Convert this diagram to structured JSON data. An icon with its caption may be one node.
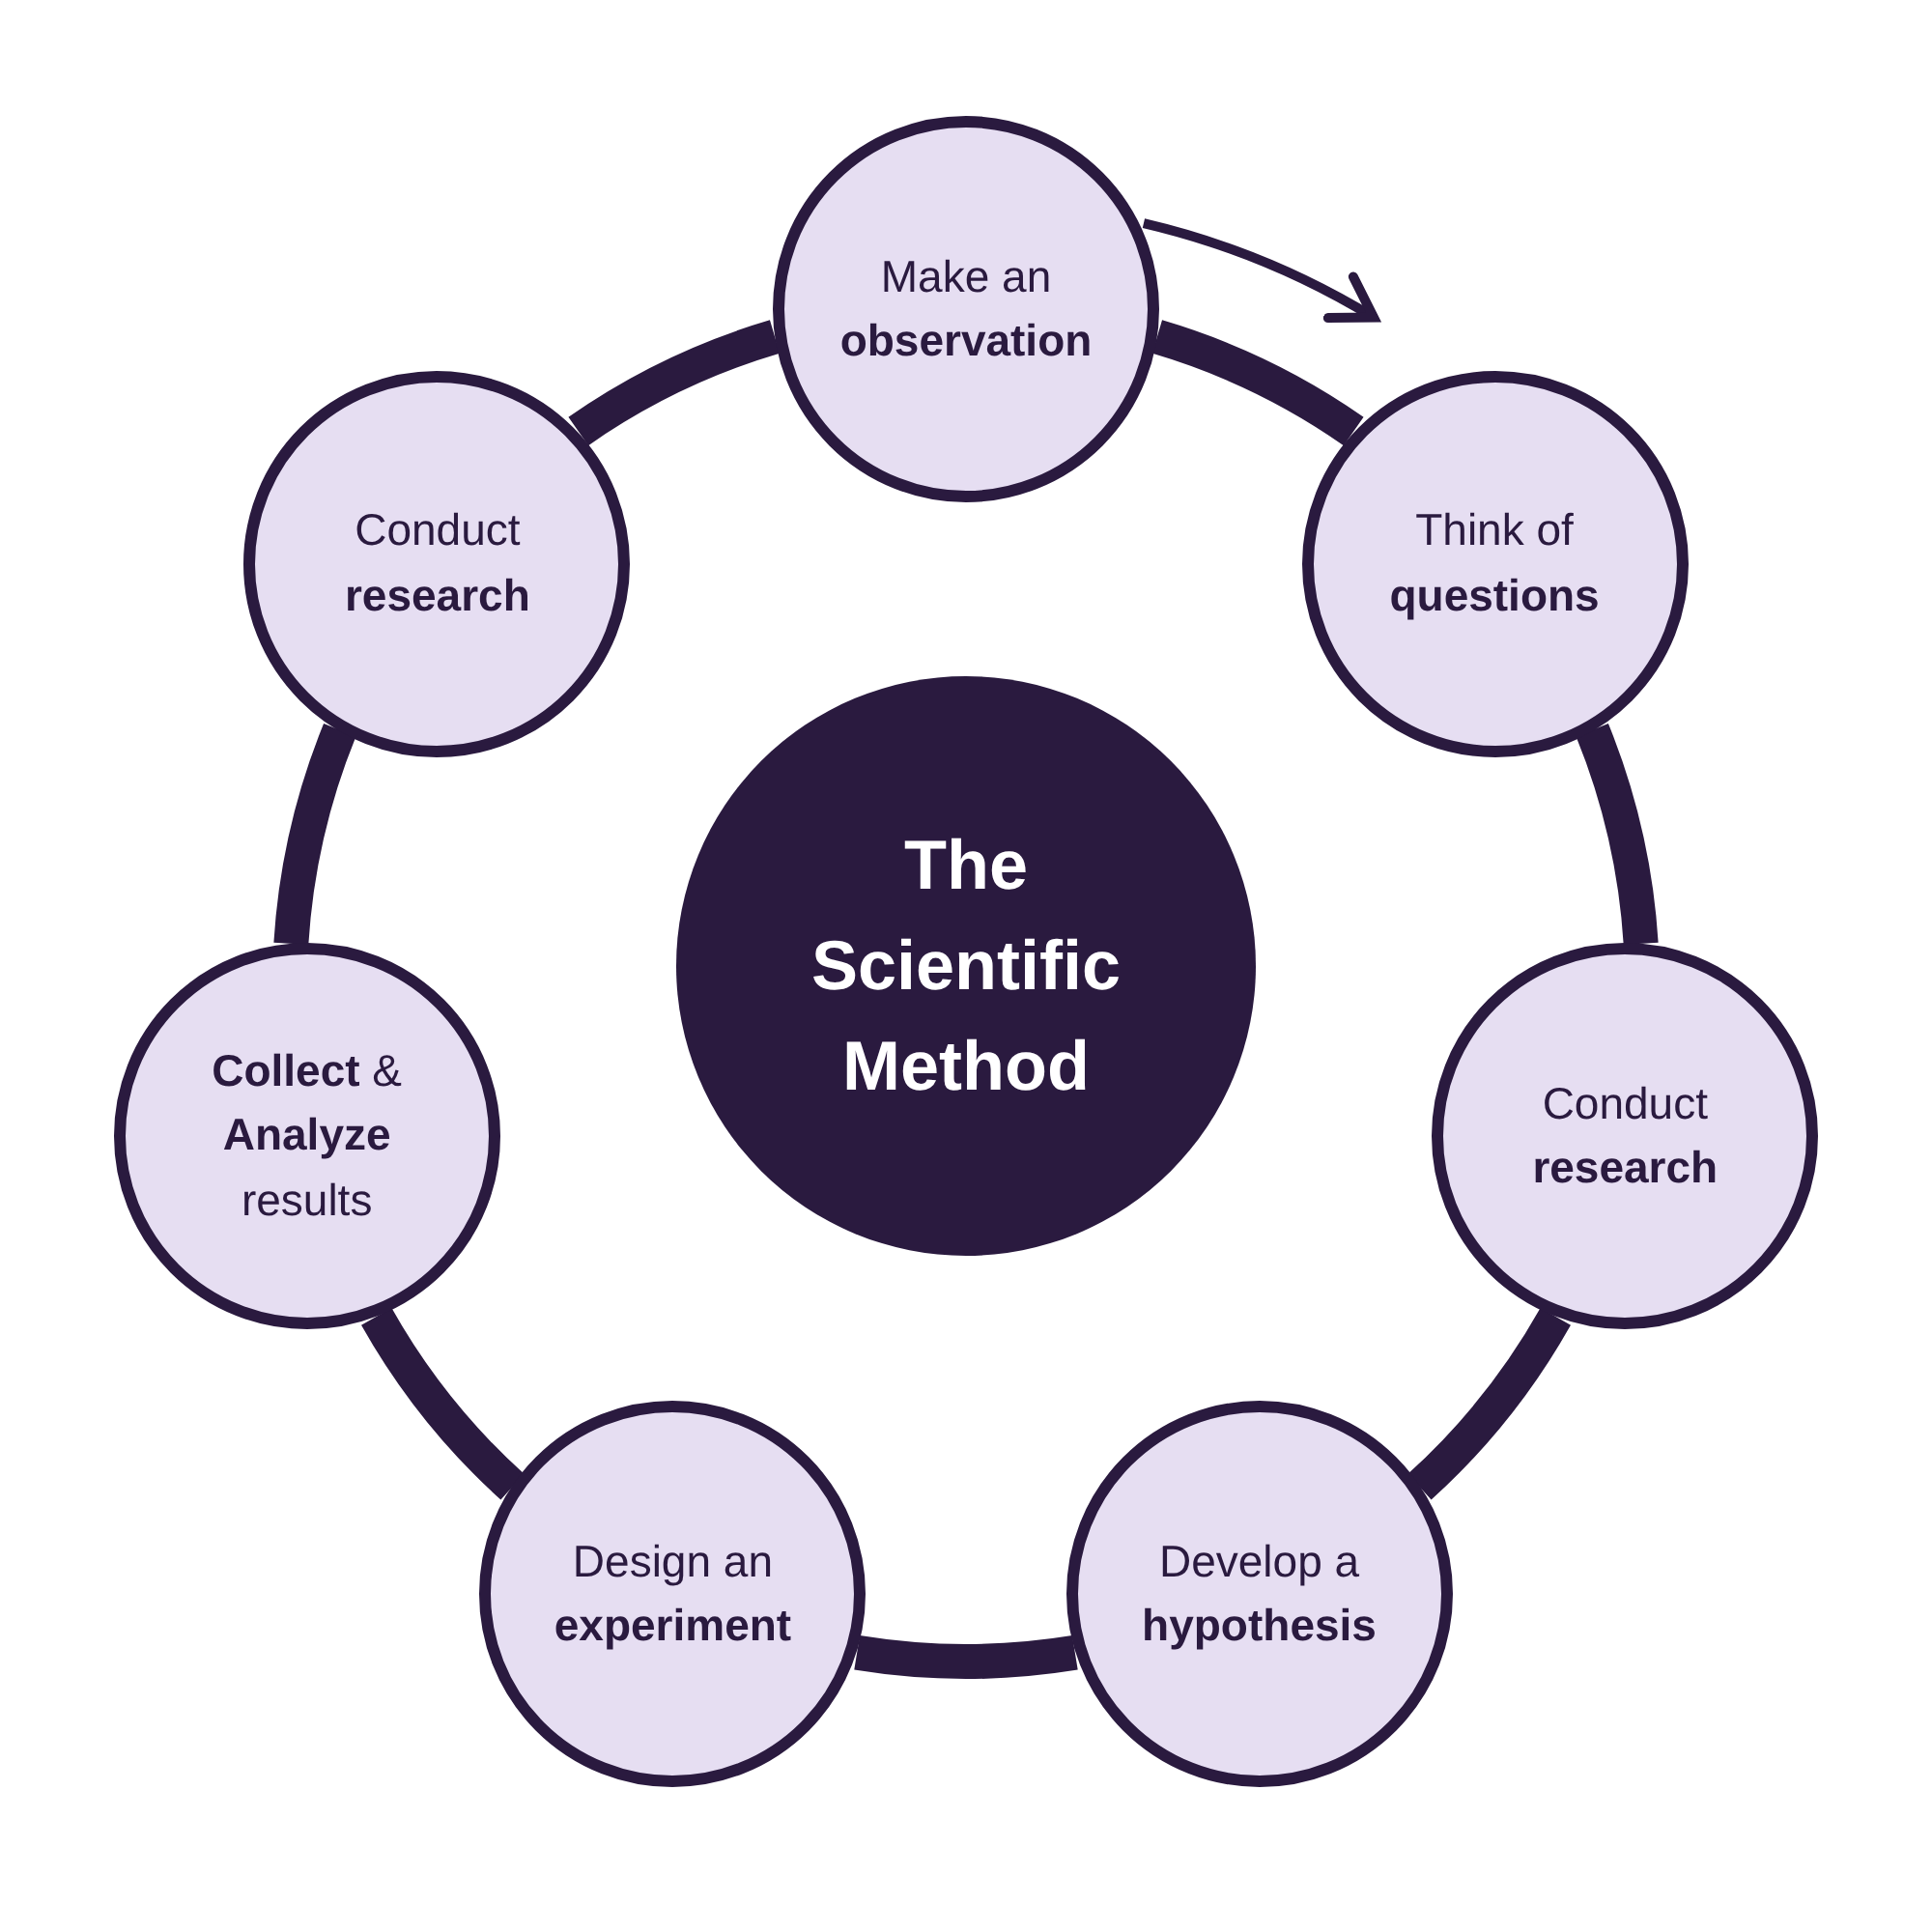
{
  "diagram": {
    "nodes": [
      {
        "text": [
          "The Scientific Method"
        ]
      },
      {
        "text": [
          "Make an **observation**"
        ]
      },
      {
        "text": [
          "Think of **questions**"
        ]
      },
      {
        "text": [
          "Conduct **research**"
        ]
      },
      {
        "text": [
          "Develop a **hypothesis**"
        ]
      },
      {
        "text": [
          "Design an **experiment**"
        ]
      },
      {
        "text": [
          "**Collect** & **Analyze** results"
        ]
      },
      {
        "text": [
          "Conduct **research**"
        ]
      }
    ],
    "edges": [
      {
        "from": 1,
        "to": 2,
        "arrow": "to"
      },
      {
        "from": 1,
        "to": 2,
        "arrow": "none"
      },
      {
        "from": 2,
        "to": 3,
        "arrow": "none"
      },
      {
        "from": 3,
        "to": 4,
        "arrow": "none"
      },
      {
        "from": 4,
        "to": 5,
        "arrow": "none"
      },
      {
        "from": 5,
        "to": 6,
        "arrow": "none"
      },
      {
        "from": 6,
        "to": 7,
        "arrow": "none"
      },
      {
        "from": 7,
        "to": 1,
        "arrow": "none"
      }
    ]
  }
}
